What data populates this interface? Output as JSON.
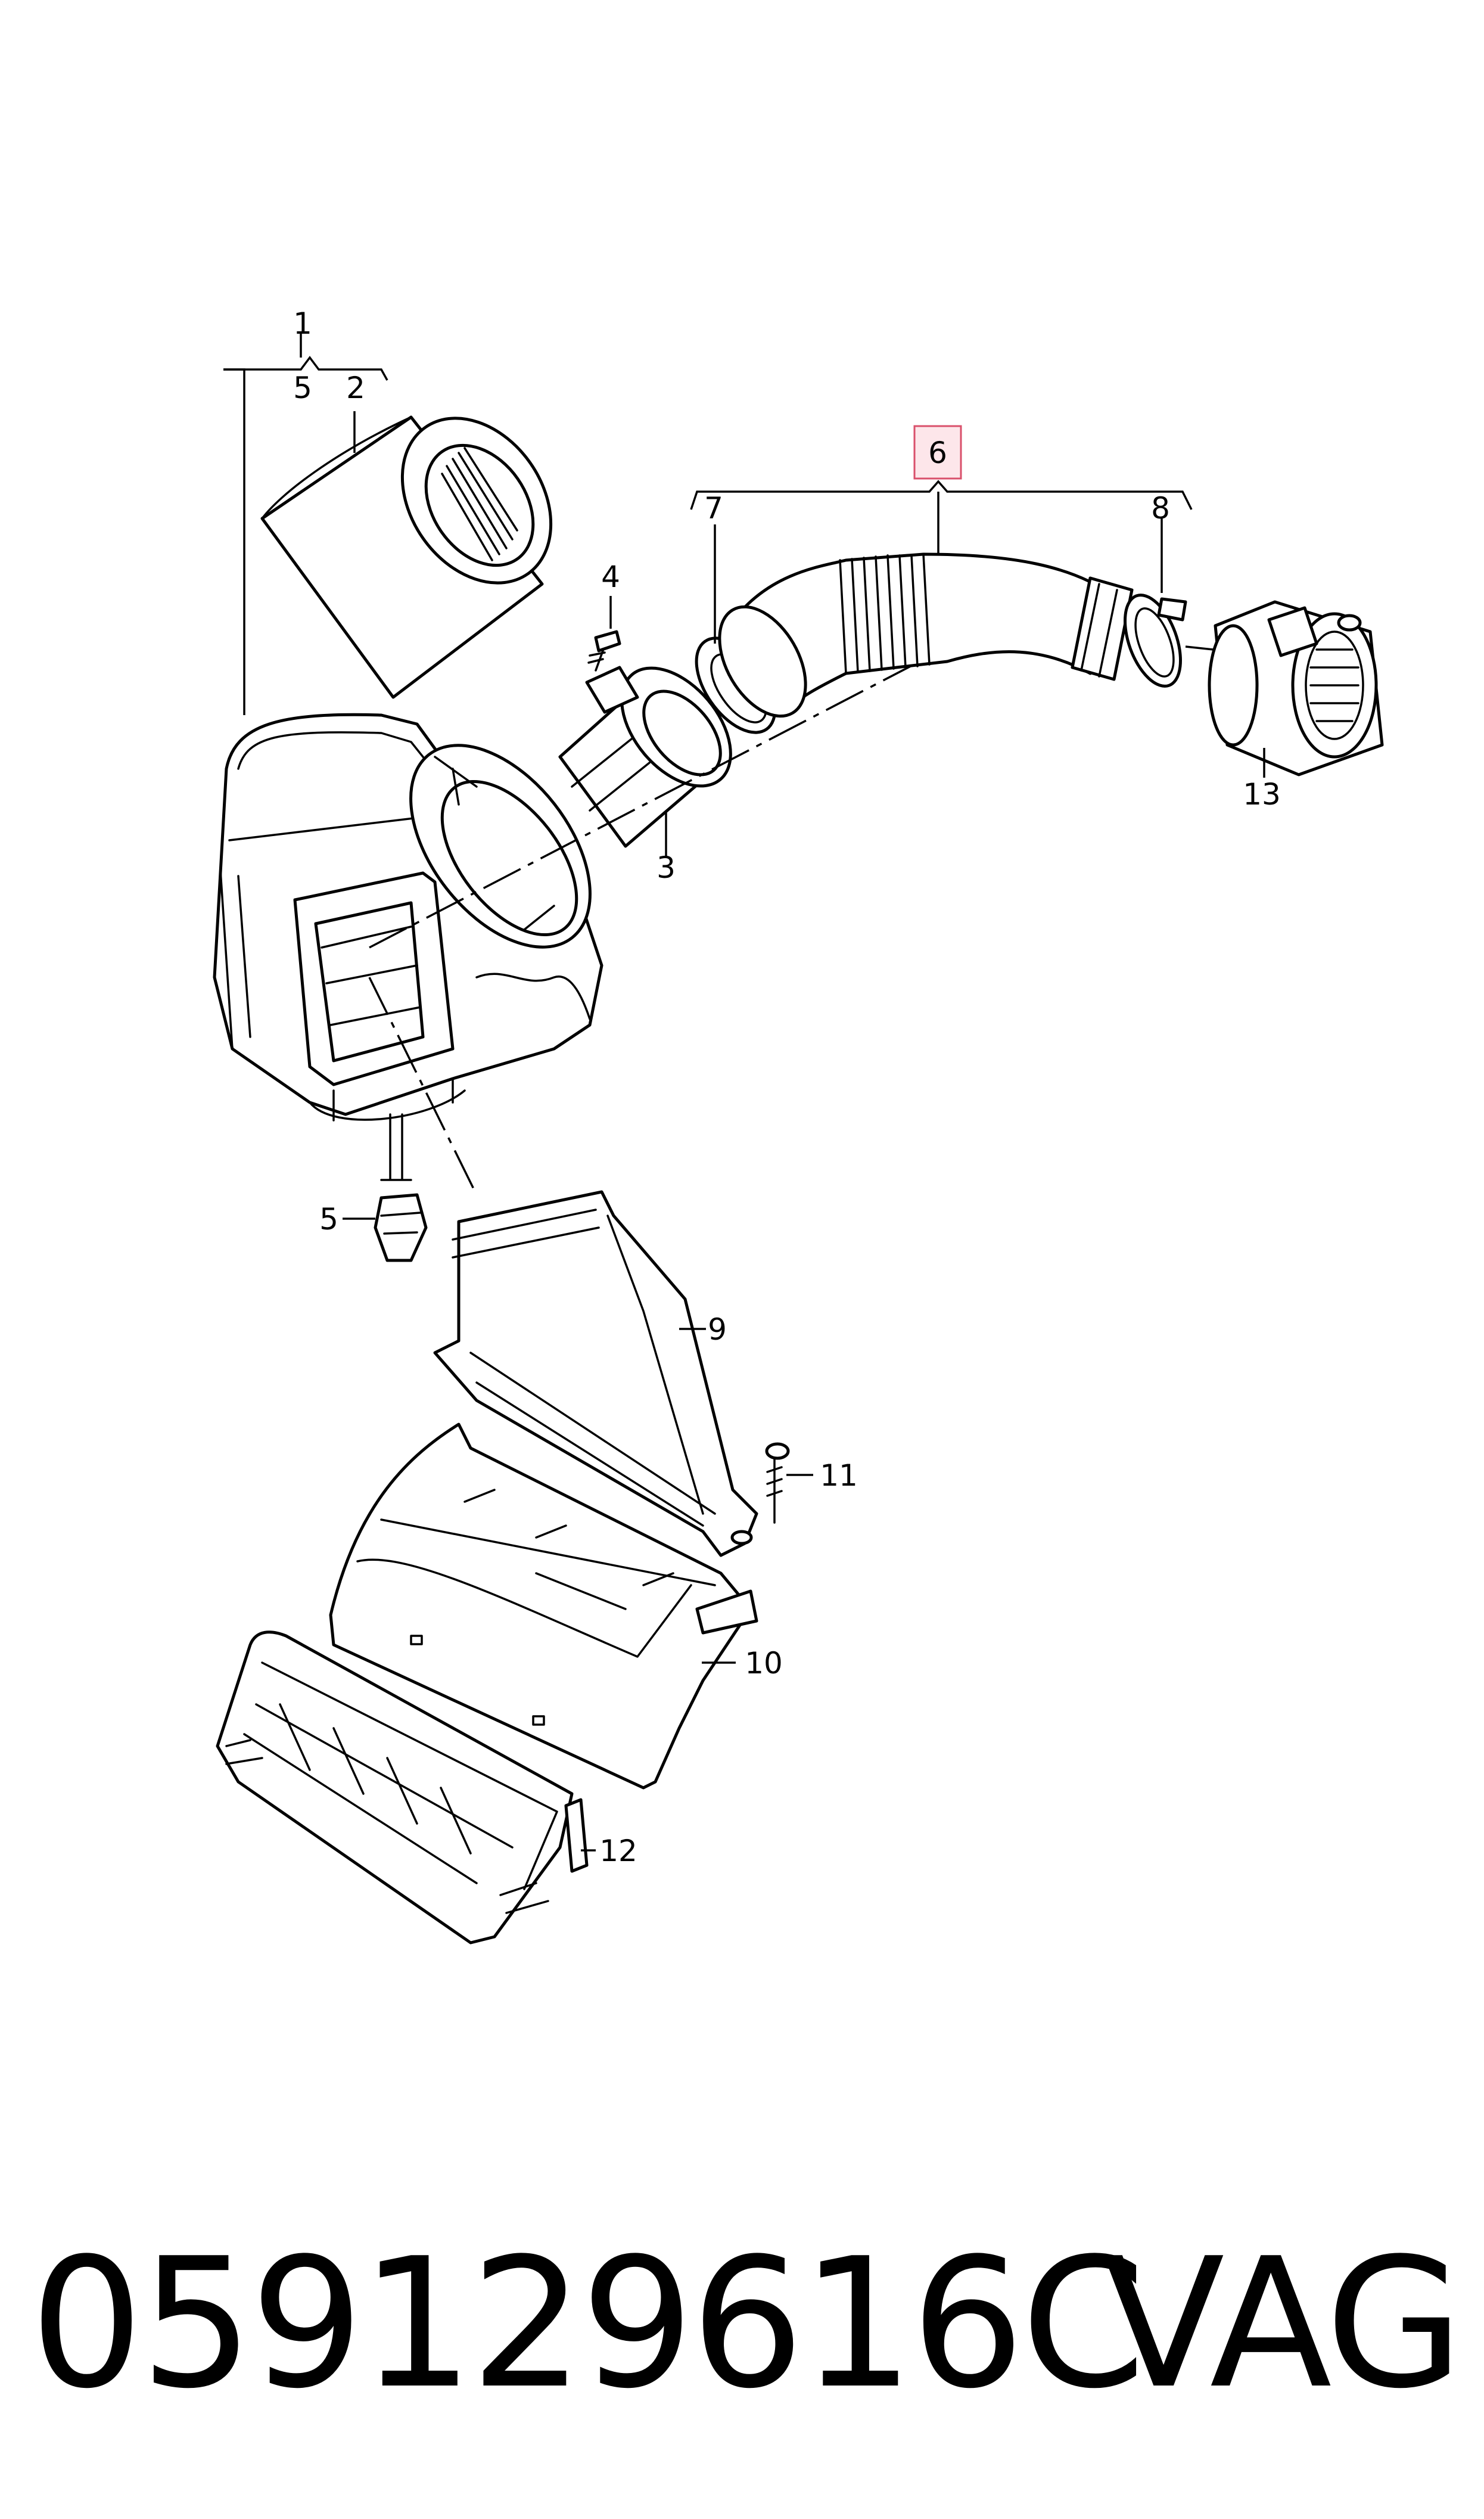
{
  "diagram": {
    "callouts": [
      "1",
      "2",
      "3",
      "4",
      "5",
      "5",
      "6",
      "7",
      "8",
      "9",
      "10",
      "11",
      "12",
      "13"
    ],
    "highlighted_callout": "6",
    "highlight_color": "#fde6ea",
    "highlight_border": "#d9506b"
  },
  "footer": {
    "part_number": "059129616C",
    "brand": "VAG"
  }
}
